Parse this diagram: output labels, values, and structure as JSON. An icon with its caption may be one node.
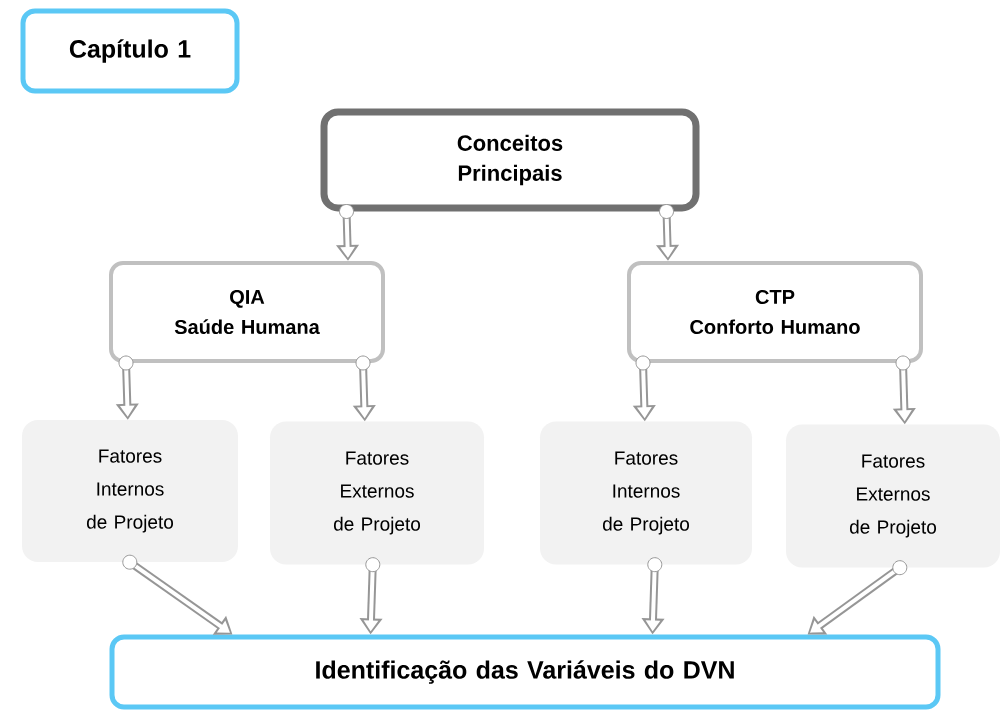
{
  "diagram": {
    "nodes": [
      {
        "text": [
          "Capítulo 1"
        ]
      },
      {
        "text": [
          "Conceitos Principais"
        ]
      },
      {
        "text": [
          "QIA",
          "Saúde Humana"
        ]
      },
      {
        "text": [
          "CTP",
          "Conforto Humano"
        ]
      },
      {
        "text": [
          "Fatores Internos de Projeto"
        ]
      },
      {
        "text": [
          "Fatores Externos de Projeto"
        ]
      },
      {
        "text": [
          "Fatores Internos de Projeto"
        ]
      },
      {
        "text": [
          "Fatores Externos de Projeto"
        ]
      },
      {
        "text": [
          "Identificação das Variáveis do DVN"
        ]
      }
    ],
    "edges": [
      {
        "from": 1,
        "to": 2,
        "arrow": "to"
      },
      {
        "from": 1,
        "to": 3,
        "arrow": "to"
      },
      {
        "from": 2,
        "to": 4,
        "arrow": "to"
      },
      {
        "from": 2,
        "to": 5,
        "arrow": "to"
      },
      {
        "from": 3,
        "to": 6,
        "arrow": "to"
      },
      {
        "from": 3,
        "to": 7,
        "arrow": "to"
      },
      {
        "from": 4,
        "to": 8,
        "arrow": "to"
      },
      {
        "from": 5,
        "to": 8,
        "arrow": "to"
      },
      {
        "from": 6,
        "to": 8,
        "arrow": "to"
      },
      {
        "from": 7,
        "to": 8,
        "arrow": "to"
      }
    ]
  }
}
